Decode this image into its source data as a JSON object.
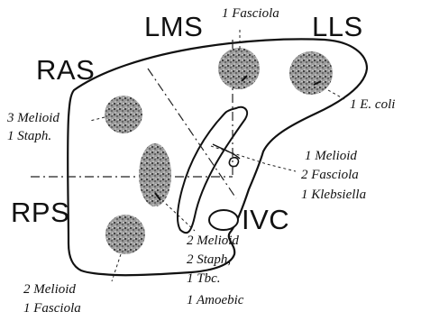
{
  "segments": {
    "lms": "LMS",
    "lls": "LLS",
    "ras": "RAS",
    "rps": "RPS",
    "ivc": "IVC"
  },
  "annotations": {
    "top_fasciola": "1 Fasciola",
    "ecoli": "1 E. coli",
    "ras_melioid": "3 Melioid",
    "ras_staph": "1 Staph.",
    "mid_melioid": "1 Melioid",
    "mid_fasciola": "2 Fasciola",
    "mid_klebsiella": "1 Klebsiella",
    "low_melioid": "2 Melioid",
    "low_staph": "2 Staph,",
    "low_tbc": "1 Tbc.",
    "low_amoebic": "1 Amoebic",
    "rps_melioid": "2 Melioid",
    "rps_fasciola": "1 Fasciola"
  }
}
